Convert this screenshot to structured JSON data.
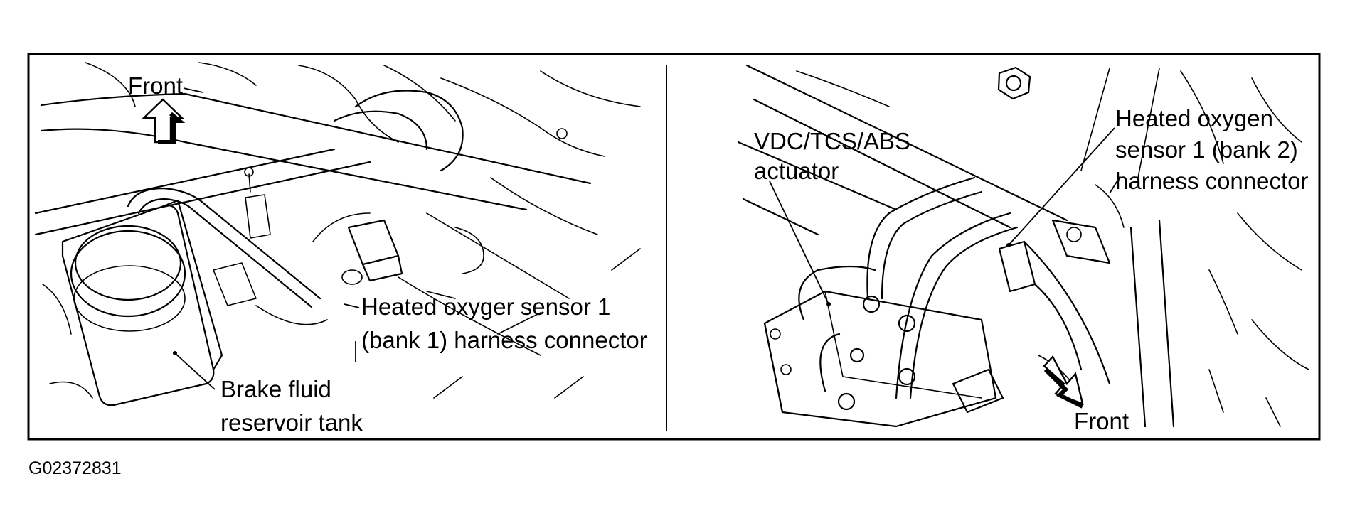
{
  "figure_id": "G02372831",
  "left_panel": {
    "labels": {
      "front": "Front",
      "hos1_line1": "Heated oxyger sensor 1",
      "hos1_line2": "(bank 1) harness connector",
      "brake_line1": "Brake fluid",
      "brake_line2": "reservoir tank"
    }
  },
  "right_panel": {
    "labels": {
      "vdc_line1": "VDC/TCS/ABS",
      "vdc_line2": "actuator",
      "hos2_line1": "Heated oxygen",
      "hos2_line2": "sensor 1 (bank 2)",
      "hos2_line3": "harness connector",
      "front": "Front"
    }
  }
}
